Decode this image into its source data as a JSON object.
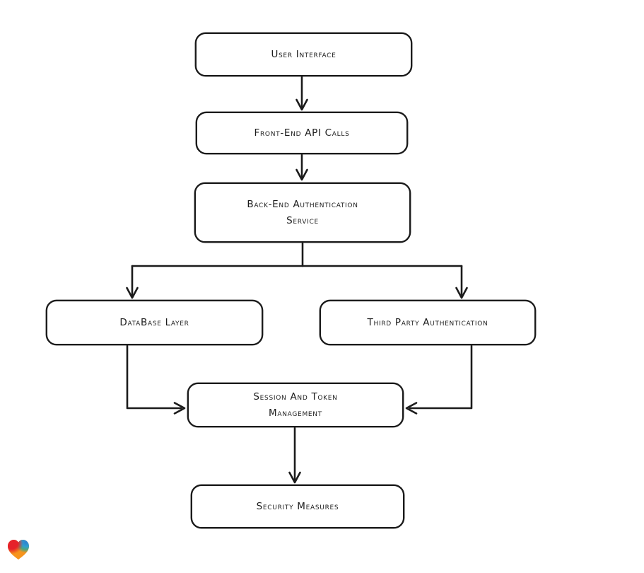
{
  "page": {
    "background": "#ffffff"
  },
  "diagram": {
    "type": "flowchart",
    "direction": "top-down",
    "style": "hand-drawn",
    "stroke_color": "#1b1b1b",
    "node_fill": "#ffffff",
    "nodes": [
      {
        "id": "user-interface",
        "label": "User Interface"
      },
      {
        "id": "front-end-api-calls",
        "label": "Front-End API Calls"
      },
      {
        "id": "back-end-authentication-service",
        "label": "Back-End Authentication\nService"
      },
      {
        "id": "database-layer",
        "label": "DataBase Layer"
      },
      {
        "id": "third-party-authentication",
        "label": "Third Party Authentication"
      },
      {
        "id": "session-and-token-management",
        "label": "Session And Token\nManagement"
      },
      {
        "id": "security-measures",
        "label": "Security Measures"
      }
    ],
    "edges": [
      {
        "from": "user-interface",
        "to": "front-end-api-calls"
      },
      {
        "from": "front-end-api-calls",
        "to": "back-end-authentication-service"
      },
      {
        "from": "back-end-authentication-service",
        "to": "database-layer"
      },
      {
        "from": "back-end-authentication-service",
        "to": "third-party-authentication"
      },
      {
        "from": "database-layer",
        "to": "session-and-token-management"
      },
      {
        "from": "third-party-authentication",
        "to": "session-and-token-management"
      },
      {
        "from": "session-and-token-management",
        "to": "security-measures"
      }
    ]
  },
  "branding": {
    "logo": "eraser-heart-logo",
    "colors": {
      "red": "#e6222a",
      "blue": "#2f80d0",
      "teal": "#35a88a",
      "orange": "#f7941d"
    }
  }
}
